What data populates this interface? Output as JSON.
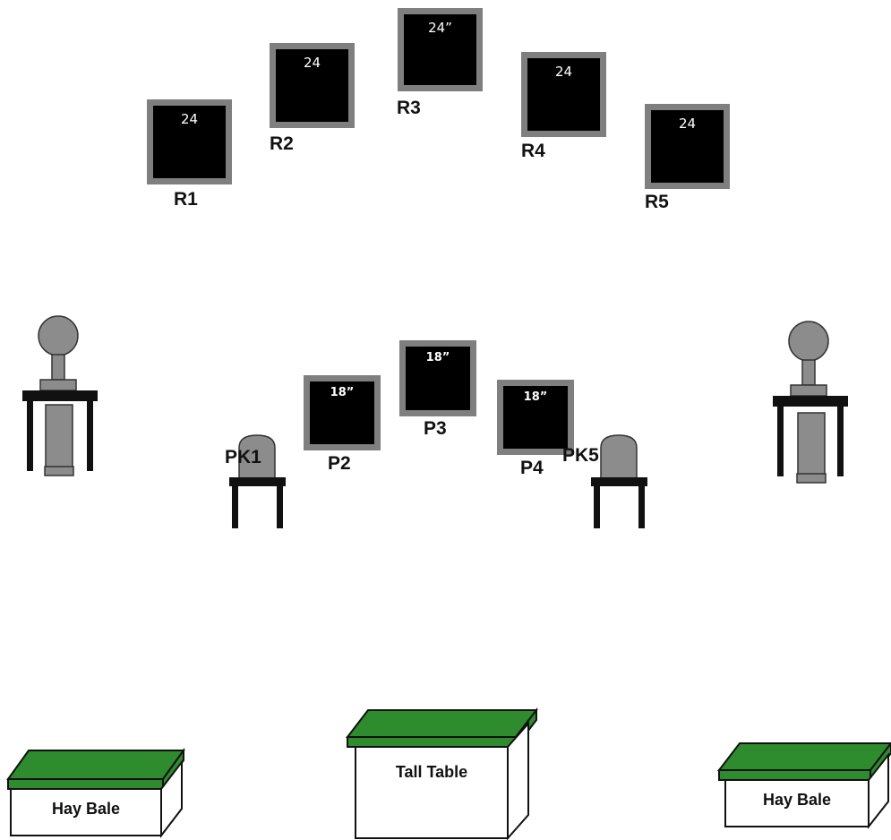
{
  "rifle_targets": [
    {
      "id": "R1",
      "size": "24"
    },
    {
      "id": "R2",
      "size": "24"
    },
    {
      "id": "R3",
      "size": "24”"
    },
    {
      "id": "R4",
      "size": "24"
    },
    {
      "id": "R5",
      "size": "24"
    }
  ],
  "pistol_targets": [
    {
      "id": "P2",
      "size": "18”"
    },
    {
      "id": "P3",
      "size": "18”"
    },
    {
      "id": "P4",
      "size": "18”"
    }
  ],
  "chairs": [
    {
      "id": "PK1"
    },
    {
      "id": "PK5"
    }
  ],
  "props": {
    "left_box": "Hay Bale",
    "center_box": "Tall Table",
    "right_box": "Hay Bale"
  },
  "colors": {
    "target_fill": "#000000",
    "target_border": "#7f7f7f",
    "prop_gray": "#8c8c8c",
    "box_top": "#2e8b2e"
  }
}
